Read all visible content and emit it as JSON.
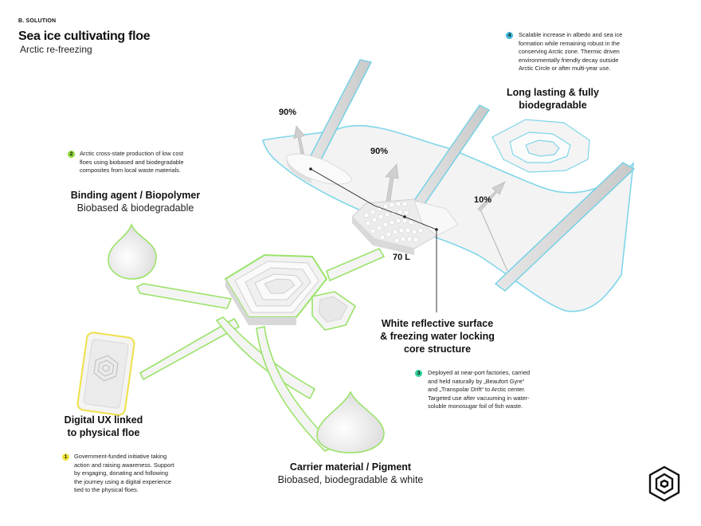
{
  "header": {
    "section": "B. SOLUTION",
    "title": "Sea ice cultivating floe",
    "subtitle": "Arctic re-freezing"
  },
  "labels": {
    "binding_agent": {
      "heading": "Binding agent / Biopolymer",
      "sub": "Biobased & biodegradable"
    },
    "long_lasting": {
      "line1": "Long lasting & fully",
      "line2": "biodegradable"
    },
    "white_surface": {
      "line1": "White reflective surface",
      "line2": "& freezing water locking",
      "line3": "core structure"
    },
    "digital_ux": {
      "line1": "Digital UX linked",
      "line2": "to physical floe"
    },
    "carrier": {
      "heading": "Carrier material / Pigment",
      "sub": "Biobased, biodegradable & white"
    },
    "volume": "70 L",
    "albedo_1": "90%",
    "albedo_2": "90%",
    "albedo_3": "10%"
  },
  "notes": [
    {
      "num": "1",
      "color": "#f0e23a",
      "lines": [
        "Government-funded initiative taking",
        "action and raising awareness. Support",
        "by engaging, donating and following",
        "the journey using a digital experience",
        "tied to the physical floes."
      ]
    },
    {
      "num": "2",
      "color": "#8fd63a",
      "lines": [
        "Arctic cross-state production of low cost",
        "floes using biobased and biodegradable",
        "composites from local waste materials."
      ]
    },
    {
      "num": "3",
      "color": "#2fcf9c",
      "lines": [
        "Deployed at near-port factories, carried",
        "and held naturally by „Beaufort Gyre“",
        "and „Transpolar Drift“ to Arctic center.",
        "Targeted use after vacuuming in water-",
        "soluble monosugar foil of fish waste."
      ]
    },
    {
      "num": "4",
      "color": "#3fb8d8",
      "lines": [
        "Scalable increase in albedo and sea ice",
        "formation while remaining robust in the",
        "conserving Arctic zone. Thermic driven",
        "environmentally friendly decay outside",
        "Arctic Circle or after multi-year use."
      ]
    }
  ],
  "colors": {
    "green_outline": "#9be36a",
    "yellow_outline": "#efe04a",
    "cyan_outline": "#6fd0e6",
    "beam": "#d9d9d9",
    "surface": "#f2f2f2"
  },
  "icons": {
    "logo": "hexagon-maze-logo"
  }
}
